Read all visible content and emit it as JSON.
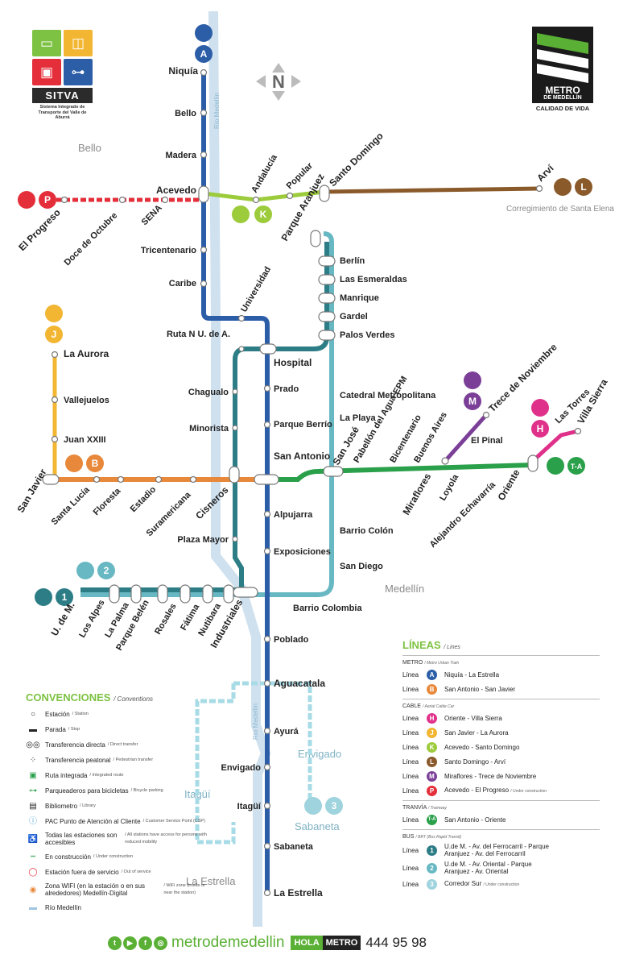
{
  "sitva": {
    "name": "SITVA",
    "subtitle": "Sistema Integrado de Transporte del Valle de Aburrá"
  },
  "metro_logo": {
    "name": "METRO",
    "sub": "DE MEDELLÍN",
    "tagline": "CALIDAD DE VIDA"
  },
  "compass": "N",
  "rivers": {
    "label_1": "Río Medellín",
    "label_2": "Río Medellín"
  },
  "areas": {
    "bello": "Bello",
    "santa_elena": "Corregimiento de Santa Elena",
    "medellin": "Medellín",
    "envigado": "Envigado",
    "itagui": "Itagüí",
    "sabaneta": "Sabaneta",
    "la_estrella": "La Estrella"
  },
  "badges": {
    "A": "A",
    "P": "P",
    "K": "K",
    "L": "L",
    "J": "J",
    "B": "B",
    "M": "M",
    "H": "H",
    "TA": "T-A",
    "1": "1",
    "2": "2",
    "3": "3"
  },
  "stations": {
    "a": [
      "Niquía",
      "Bello",
      "Madera",
      "Acevedo",
      "Tricentenario",
      "Caribe",
      "Universidad",
      "Hospital",
      "Prado",
      "Parque Berrío",
      "San Antonio",
      "Alpujarra",
      "Exposiciones",
      "Industriales",
      "Poblado",
      "Aguacatala",
      "Ayurá",
      "Envigado",
      "Itagüí",
      "Sabaneta",
      "La Estrella"
    ],
    "b": [
      "San Javier",
      "Santa Lucía",
      "Floresta",
      "Estadio",
      "Suramericana",
      "Cisneros"
    ],
    "p": [
      "El Progreso",
      "Doce de Octubre",
      "SENA"
    ],
    "k": [
      "Andalucía",
      "Popular",
      "Santo Domingo"
    ],
    "l": [
      "Arví"
    ],
    "j": [
      "La Aurora",
      "Vallejuelos",
      "Juan XXIII"
    ],
    "ta": [
      "Parque Aranjuez",
      "Berlín",
      "Las Esmeraldas",
      "Manrique",
      "Gardel",
      "Palos Verdes",
      "Catedral Metropolitana",
      "La Playa",
      "San José",
      "Pabellón del Agua EPM",
      "Bicentenario",
      "Buenos Aires",
      "Miraflores",
      "Loyola",
      "Alejandro Echavarría",
      "Oriente"
    ],
    "m": [
      "El Pinal",
      "Trece de Noviembre"
    ],
    "h": [
      "Las Torres",
      "Villa Sierra"
    ],
    "bus1": [
      "U. de M.",
      "Los Alpes",
      "La Palma",
      "Parque Belén",
      "Rosales",
      "Fátima",
      "Nutibara"
    ],
    "bus2": [
      "Ruta N U. de A.",
      "Chagualo",
      "Minorista",
      "Plaza Mayor",
      "Barrio Colón",
      "San Diego",
      "Barrio Colombia"
    ]
  },
  "conventions": {
    "title": "CONVENCIONES",
    "title_en": "/ Conventions",
    "items": [
      {
        "label": "Estación",
        "en": "/ Station"
      },
      {
        "label": "Parada",
        "en": "/ Stop"
      },
      {
        "label": "Transferencia directa",
        "en": "/ Direct transfer"
      },
      {
        "label": "Transferencia peatonal",
        "en": "/ Pedestrian transfer"
      },
      {
        "label": "Ruta integrada",
        "en": "/ Integrated route"
      },
      {
        "label": "Parqueaderos para bicicletas",
        "en": "/ Bicycle parking"
      },
      {
        "label": "Bibliometro",
        "en": "/ Library"
      },
      {
        "label": "PAC Punto de Atención al Cliente",
        "en": "/ Customer Service Point (CSP)"
      },
      {
        "label": "Todas las estaciones son accesibles",
        "en": "/ All stations have access for persons with reduced mobility"
      },
      {
        "label": "En construcción",
        "en": "/ Under construction"
      },
      {
        "label": "Estación fuera de servicio",
        "en": "/ Out of service"
      },
      {
        "label": "Zona WIFI (en la estación o en sus alrededores) Medellín-Digital",
        "en": "/ WiFi zone (inside or near the station)"
      },
      {
        "label": "Río Medellín",
        "en": ""
      }
    ]
  },
  "lineas": {
    "title": "LÍNEAS",
    "title_en": "/ Lines",
    "word": "Línea",
    "groups": [
      {
        "head": "METRO",
        "head_en": "/ Metro Urban Train",
        "rows": [
          {
            "badge": "A",
            "name": "Niquía - La Estrella",
            "note": ""
          },
          {
            "badge": "B",
            "name": "San Antonio - San Javier",
            "note": ""
          }
        ]
      },
      {
        "head": "CABLE",
        "head_en": "/ Aerial Cable Car",
        "rows": [
          {
            "badge": "H",
            "name": "Oriente - Villa Sierra",
            "note": ""
          },
          {
            "badge": "J",
            "name": "San Javier - La Aurora",
            "note": ""
          },
          {
            "badge": "K",
            "name": "Acevedo - Santo Domingo",
            "note": ""
          },
          {
            "badge": "L",
            "name": "Santo Domingo - Arví",
            "note": ""
          },
          {
            "badge": "M",
            "name": "Miraflores - Trece de Noviembre",
            "note": ""
          },
          {
            "badge": "P",
            "name": "Acevedo - El Progreso",
            "note": "/ Under construction"
          }
        ]
      },
      {
        "head": "TRANVÍA",
        "head_en": "/ Tramway",
        "rows": [
          {
            "badge": "T-A",
            "name": "San Antonio - Oriente",
            "note": ""
          }
        ]
      },
      {
        "head": "BUS",
        "head_en": "/ BRT (Bus Rapid Transit)",
        "rows": [
          {
            "badge": "1",
            "name": "U.de M. - Av. del Ferrocarril - Parque Aranjuez - Av. del Ferrocarril",
            "note": ""
          },
          {
            "badge": "2",
            "name": "U.de M. - Av. Oriental - Parque Aranjuez - Av. Oriental",
            "note": ""
          },
          {
            "badge": "3",
            "name": "Corredor Sur",
            "note": "/ Under construction"
          }
        ]
      }
    ]
  },
  "colors": {
    "A": "#2c5ea8",
    "B": "#e8883a",
    "H": "#e0318a",
    "J": "#f2b632",
    "K": "#9ccb3b",
    "L": "#8a5a2b",
    "M": "#7b3f98",
    "P": "#e42f3a",
    "TA": "#2aa04a",
    "1": "#2c7d86",
    "2": "#67b8c2",
    "3": "#9fd3de",
    "river": "#cfe1ef",
    "accent": "#7dc242"
  },
  "footer": {
    "handle": "metrodemedellin",
    "hola": "HOLA",
    "metro": "METRO",
    "phone": "444 95 98"
  }
}
